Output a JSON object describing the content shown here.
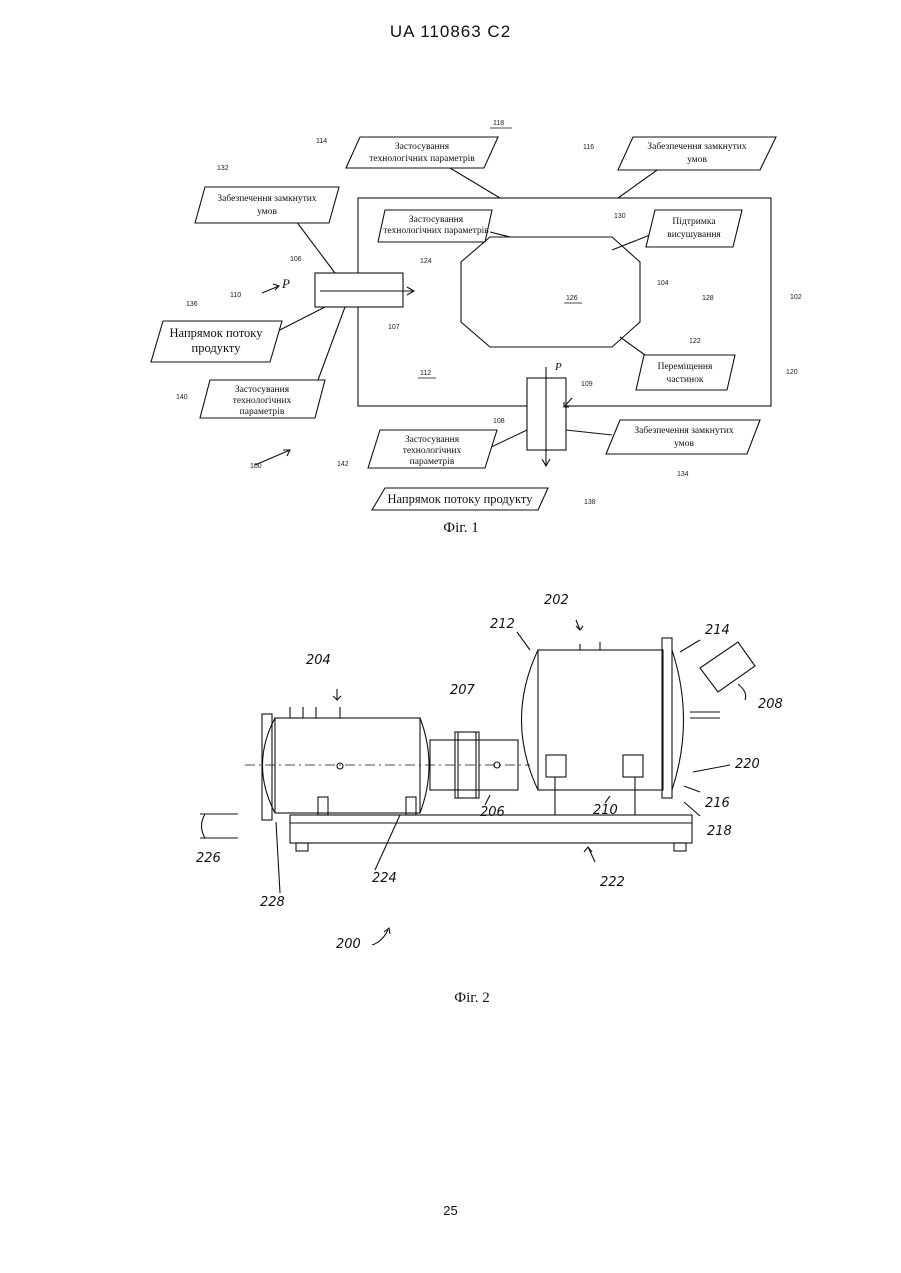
{
  "header": {
    "doc_id": "UA   110863   C2"
  },
  "figure1": {
    "caption": "Фіг. 1",
    "boxes": {
      "b114": [
        "Застосування",
        "технологічних параметрів"
      ],
      "b116": [
        "Забезпечення замкнутих",
        "умов"
      ],
      "b132": [
        "Забезпечення замкнутих",
        "умов"
      ],
      "b124": [
        "Застосування",
        "технологічних параметрів"
      ],
      "b130": [
        "Підтримка",
        "висушування"
      ],
      "b136": [
        "Напрямок потоку",
        "продукту"
      ],
      "b122": [
        "Переміщення",
        "частинок"
      ],
      "b140": [
        "Застосування",
        "технологічних",
        "параметрів"
      ],
      "b142": [
        "Застосування",
        "технологічних",
        "параметрів"
      ],
      "b134": [
        "Забезпечення замкнутих",
        "умов"
      ],
      "b138": [
        "Напрямок потоку продукту"
      ]
    },
    "pressure_label": "P",
    "refs": {
      "r118": "118",
      "r114": "114",
      "r116": "116",
      "r132": "132",
      "r130": "130",
      "r106": "106",
      "r110": "110",
      "r124": "124",
      "r104": "104",
      "r102": "102",
      "r126": "126",
      "r128": "128",
      "r136": "136",
      "r107": "107",
      "r122": "122",
      "r120": "120",
      "r112": "112",
      "r109": "109",
      "r140": "140",
      "r108": "108",
      "r100": "100",
      "r142": "142",
      "r134": "134",
      "r138": "138"
    }
  },
  "figure2": {
    "caption": "Фіг. 2",
    "refs": {
      "r202": "202",
      "r212": "212",
      "r214": "214",
      "r204": "204",
      "r207": "207",
      "r208": "208",
      "r220": "220",
      "r216": "216",
      "r206": "206",
      "r210": "210",
      "r218": "218",
      "r226": "226",
      "r224": "224",
      "r222": "222",
      "r228": "228",
      "r200": "200"
    }
  },
  "page_number": "25"
}
